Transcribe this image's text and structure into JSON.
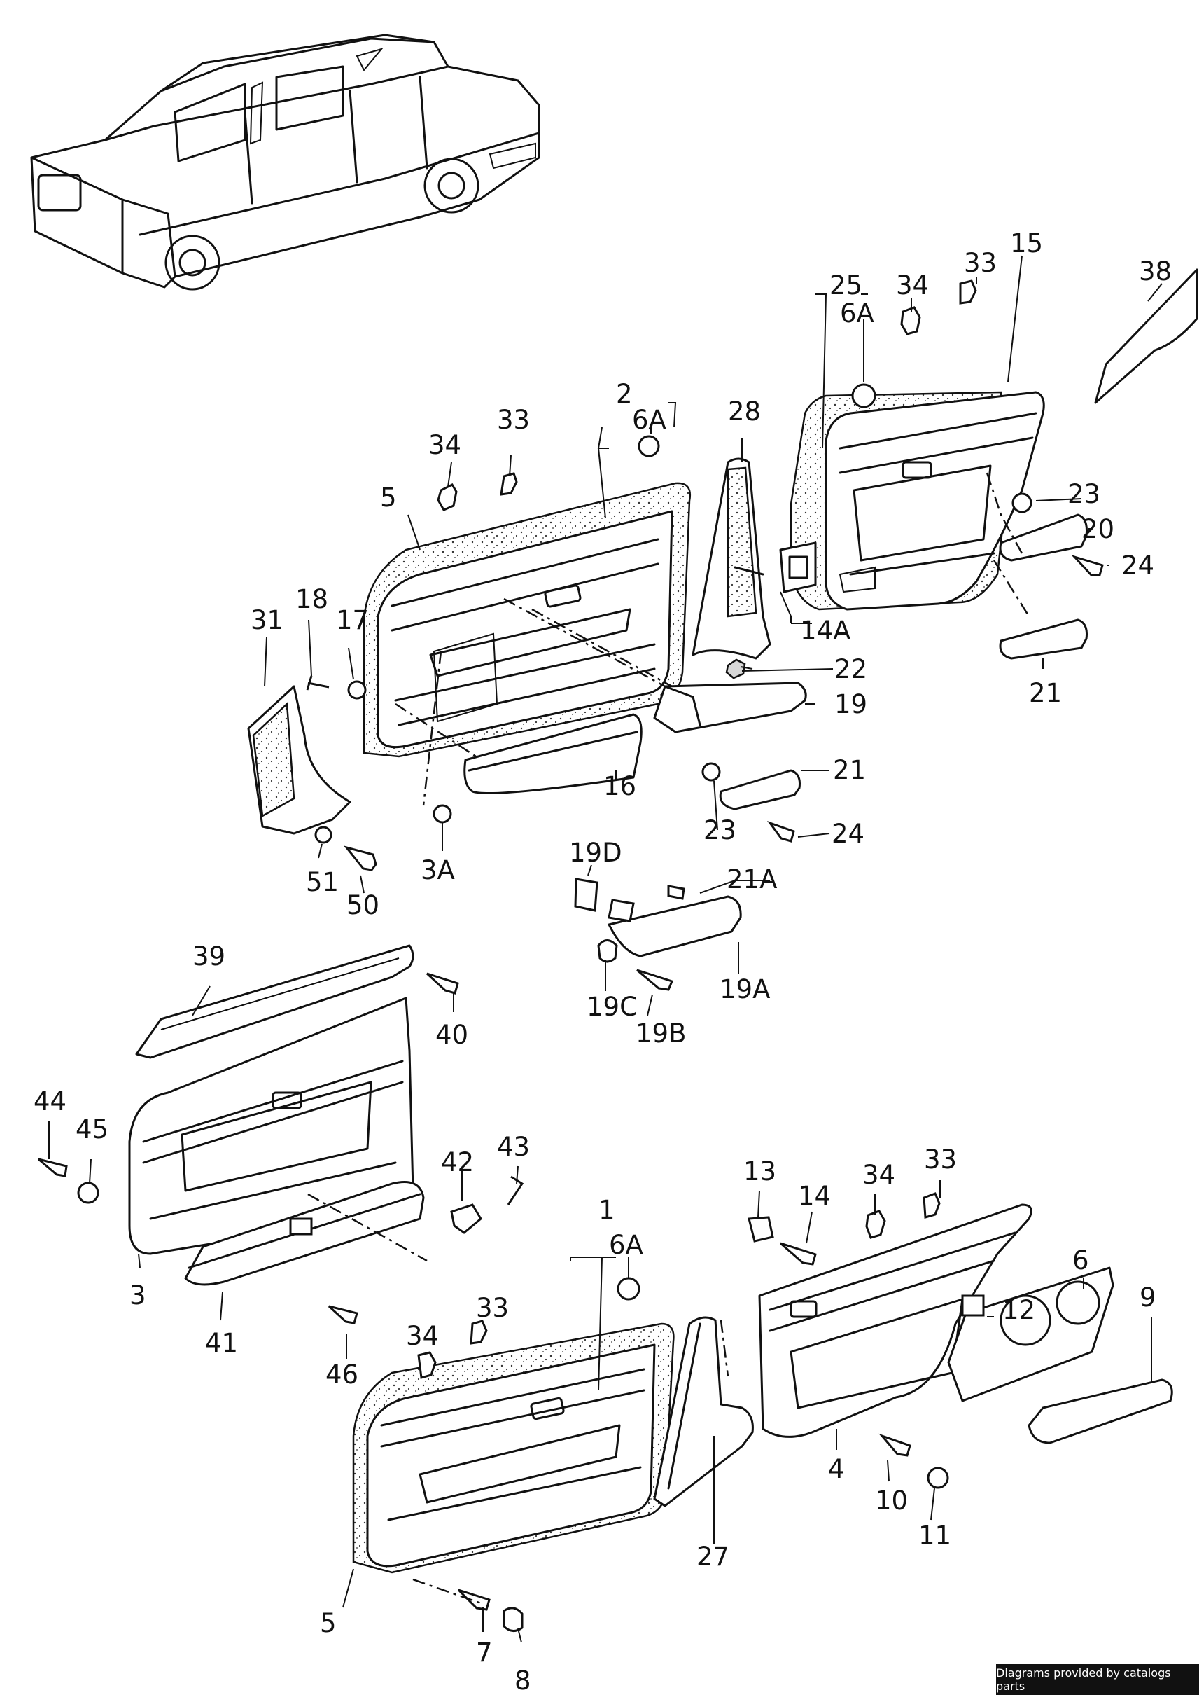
{
  "labels": {
    "l15": "15",
    "l38": "38",
    "l25": "25",
    "l34a": "34",
    "l33a": "33",
    "l6Aa": "6A",
    "l28": "28",
    "l2": "2",
    "l6Ab": "6A",
    "l34b": "34",
    "l33b": "33",
    "l5a": "5",
    "l23a": "23",
    "l20": "20",
    "l24a": "24",
    "l14A": "14A",
    "l31": "31",
    "l18": "18",
    "l17": "17",
    "l22": "22",
    "l19": "19",
    "l21a": "21",
    "l21b": "21",
    "l16": "16",
    "l23b": "23",
    "l24b": "24",
    "l3A": "3A",
    "l51": "51",
    "l50": "50",
    "l19D": "19D",
    "l21A": "21A",
    "l19C": "19C",
    "l19B": "19B",
    "l19A": "19A",
    "l39": "39",
    "l40": "40",
    "l44": "44",
    "l45": "45",
    "l42": "42",
    "l43": "43",
    "l3": "3",
    "l41": "41",
    "l46": "46",
    "l13": "13",
    "l14": "14",
    "l34c": "34",
    "l33c": "33",
    "l1": "1",
    "l6Ac": "6A",
    "l34d": "34",
    "l33d": "33",
    "l12": "12",
    "l6": "6",
    "l9": "9",
    "l10": "10",
    "l11": "11",
    "l4": "4",
    "l27": "27",
    "l5b": "5",
    "l7": "7",
    "l8": "8"
  },
  "credit": "Diagrams provided by catalogs parts"
}
